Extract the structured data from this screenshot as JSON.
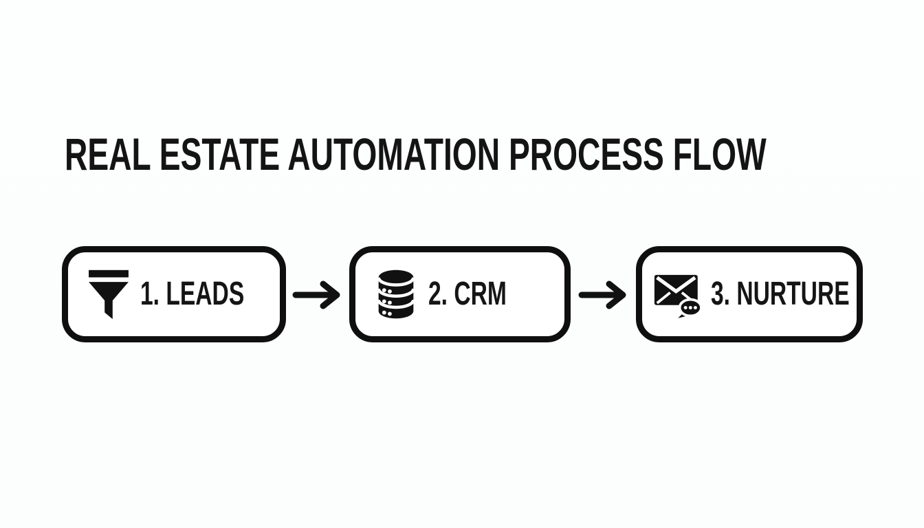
{
  "page": {
    "background_color": "#fdfdfd",
    "ink_color": "#111111",
    "title": "REAL ESTATE AUTOMATION PROCESS FLOW"
  },
  "flow": {
    "steps": [
      {
        "label": "1. LEADS",
        "icon": "funnel-icon"
      },
      {
        "label": "2. CRM",
        "icon": "database-icon"
      },
      {
        "label": "3. NURTURE",
        "icon": "mail-chat-icon"
      }
    ],
    "connectors": [
      {
        "icon": "arrow-right-icon"
      },
      {
        "icon": "arrow-right-icon"
      }
    ]
  }
}
